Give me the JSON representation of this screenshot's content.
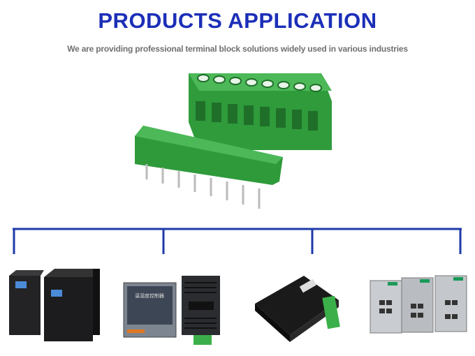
{
  "header": {
    "title": "PRODUCTS APPLICATION",
    "subtitle": "We are providing professional terminal block solutions widely used in various industries"
  },
  "colors": {
    "title": "#1c2fb8",
    "connector_line": "#1e3aa8",
    "terminal_green": "#2e9a3a"
  },
  "products": [
    {
      "name": "ups-power-supply"
    },
    {
      "name": "temperature-humidity-controller",
      "label": "温湿度控制器"
    },
    {
      "name": "stepper-motor-driver"
    },
    {
      "name": "industrial-ethernet-switch"
    }
  ]
}
